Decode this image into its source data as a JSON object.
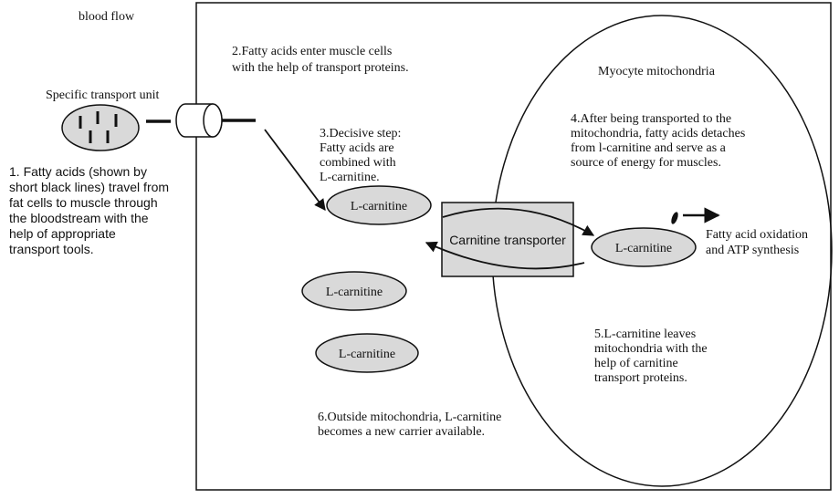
{
  "labels": {
    "blood_flow": "blood flow",
    "transport_unit": "Specific transport unit",
    "mitochondria": "Myocyte mitochondria",
    "transporter": "Carnitine transporter",
    "oxidation": [
      "Fatty acid oxidation",
      "and ATP synthesis"
    ],
    "carnitine": "L-carnitine"
  },
  "steps": {
    "step1": [
      "1. Fatty acids (shown by",
      "short black lines) travel from",
      "fat cells to muscle through",
      "the bloodstream with the",
      "help of appropriate",
      "transport tools."
    ],
    "step2": [
      "2.Fatty acids enter muscle cells",
      "with the help of transport proteins."
    ],
    "step3": [
      "3.Decisive step:",
      "Fatty acids are",
      "combined with",
      "L-carnitine."
    ],
    "step4": [
      "4.After being transported to the",
      "mitochondria, fatty acids detaches",
      "from l-carnitine and serve as a",
      "source of energy for muscles."
    ],
    "step5": [
      "5.L-carnitine leaves",
      "mitochondria with the",
      "help of carnitine",
      "transport proteins."
    ],
    "step6": [
      "6.Outside mitochondria, L-carnitine",
      "becomes a new carrier available."
    ]
  }
}
